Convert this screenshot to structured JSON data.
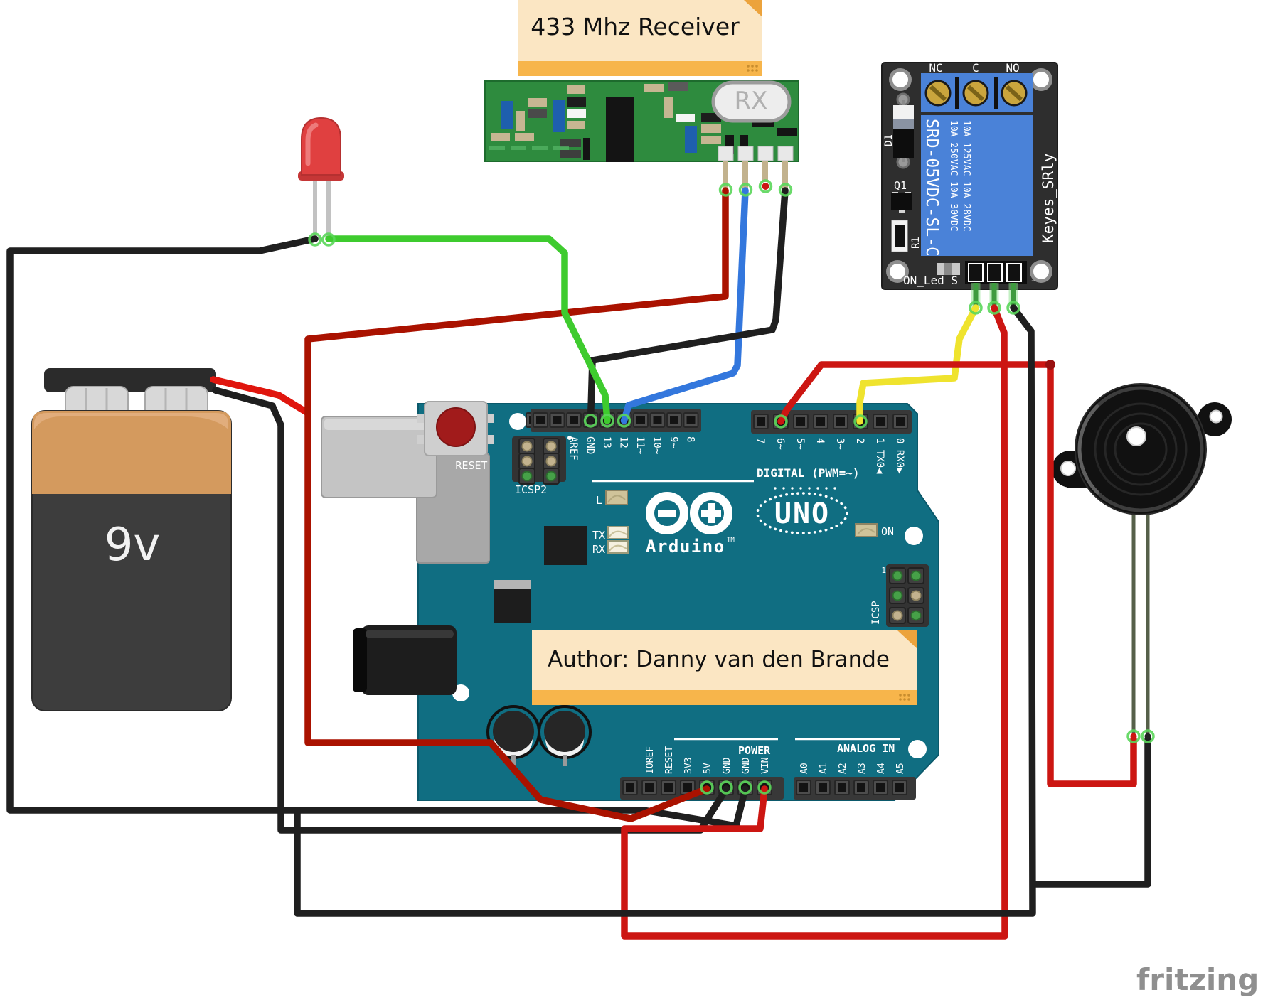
{
  "notes": {
    "receiver": "433 Mhz Receiver",
    "author": "Author: Danny van den Brande"
  },
  "receiver": {
    "chip": "RX"
  },
  "relay": {
    "nc": "NC",
    "c": "C",
    "no": "NO",
    "model": "SRD-05VDC-SL-C",
    "ratings_col1": "10A 250VAC  10A 30VDC",
    "ratings_col2": "10A 125VAC  10A 28VDC",
    "d1": "D1",
    "q1": "Q1",
    "r1": "R1",
    "bottom_label": "ON_Led S",
    "minus": "-",
    "brand": "Keyes_SRly"
  },
  "arduino": {
    "reset": "RESET",
    "icsp2": "ICSP2",
    "icsp": "ICSP",
    "icsp_pin1": "1",
    "led_l": "L",
    "led_tx": "TX",
    "led_rx": "RX",
    "led_on": "ON",
    "brand": "Arduino",
    "tm": "TM",
    "model": "UNO",
    "digital_caption": "DIGITAL (PWM=~)",
    "power_caption": "POWER",
    "analog_caption": "ANALOG IN",
    "digital_left": [
      "AREF",
      "GND",
      "13",
      "12",
      "11~",
      "10~",
      "9~",
      "8"
    ],
    "digital_right": [
      "7",
      "6~",
      "5~",
      "4",
      "3~",
      "2",
      "1 TX0◀",
      "0 RX0▶"
    ],
    "power_pins": [
      "IOREF",
      "RESET",
      "3V3",
      "5V",
      "GND",
      "GND",
      "VIN"
    ],
    "analog_pins": [
      "A0",
      "A1",
      "A2",
      "A3",
      "A4",
      "A5"
    ]
  },
  "battery": {
    "label": "9v"
  },
  "watermark": "fritzing",
  "colors": {
    "board_teal": "#106e82",
    "receiver_green": "#2e8b3e",
    "relay_black": "#2e2e2e",
    "relay_blue": "#4a82d8",
    "note_cream": "#fbe6c3",
    "note_orange": "#f7b54b",
    "battery_orange": "#d49a5e",
    "battery_dark": "#3d3d3d",
    "wire_red": "#cc1612",
    "wire_dark_red": "#aa1200",
    "wire_black": "#1f1f1f",
    "wire_green": "#3ecb2e",
    "wire_blue": "#3377dd",
    "wire_yellow": "#efe32e",
    "led_red": "#e04040",
    "screw_gold": "#caa53d",
    "watermark_gray": "#8f8f8f"
  }
}
